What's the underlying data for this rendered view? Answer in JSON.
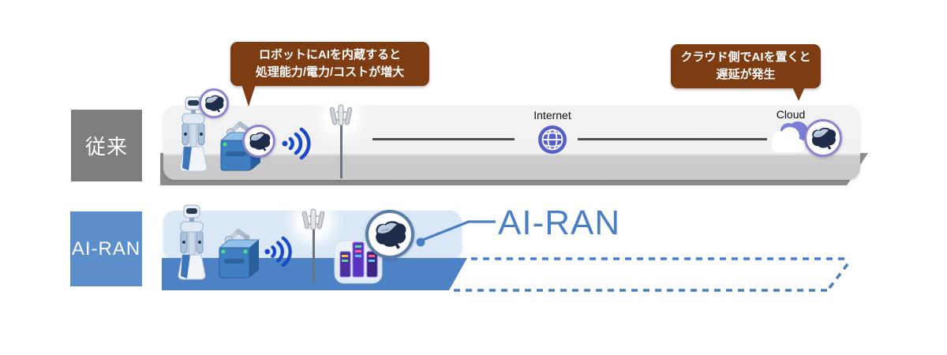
{
  "row1": {
    "label": "従来",
    "internet_label": "Internet",
    "cloud_label": "Cloud",
    "bubble_robot": {
      "line1": "ロボットにAIを内蔵すると",
      "line2": "処理能力/電力/コストが増大"
    },
    "bubble_cloud": {
      "line1": "クラウド側でAIを置くと",
      "line2": "遅延が発生"
    }
  },
  "row2": {
    "label": "AI-RAN",
    "callout_label": "AI-RAN"
  },
  "icons": [
    "humanoid-robot-icon",
    "robot-arm-icon",
    "wifi-icon",
    "antenna-icon",
    "internet-globe-icon",
    "cloud-icon",
    "ai-brain-icon",
    "gpu-server-icon"
  ],
  "colors": {
    "bubble_bg": "#7d3c11",
    "row1_label_bg": "#7e7e7e",
    "row2_label_bg": "#5c8ecb",
    "band_gray": "#8d8d8d",
    "band_blue": "#4d82c4",
    "panel_gray": "#f2f2f2",
    "panel_gray_floor": "#c9c9c9",
    "panel_blue": "#d9e7f6",
    "accent_blue": "#4a7fc4",
    "wifi_blue": "#1a49c8",
    "globe_purple": "#565fc8",
    "badge_ring_purple": "#8d85cc",
    "badge_ring_steel": "#5b7ca3",
    "brain_dark": "#1e2c49"
  }
}
